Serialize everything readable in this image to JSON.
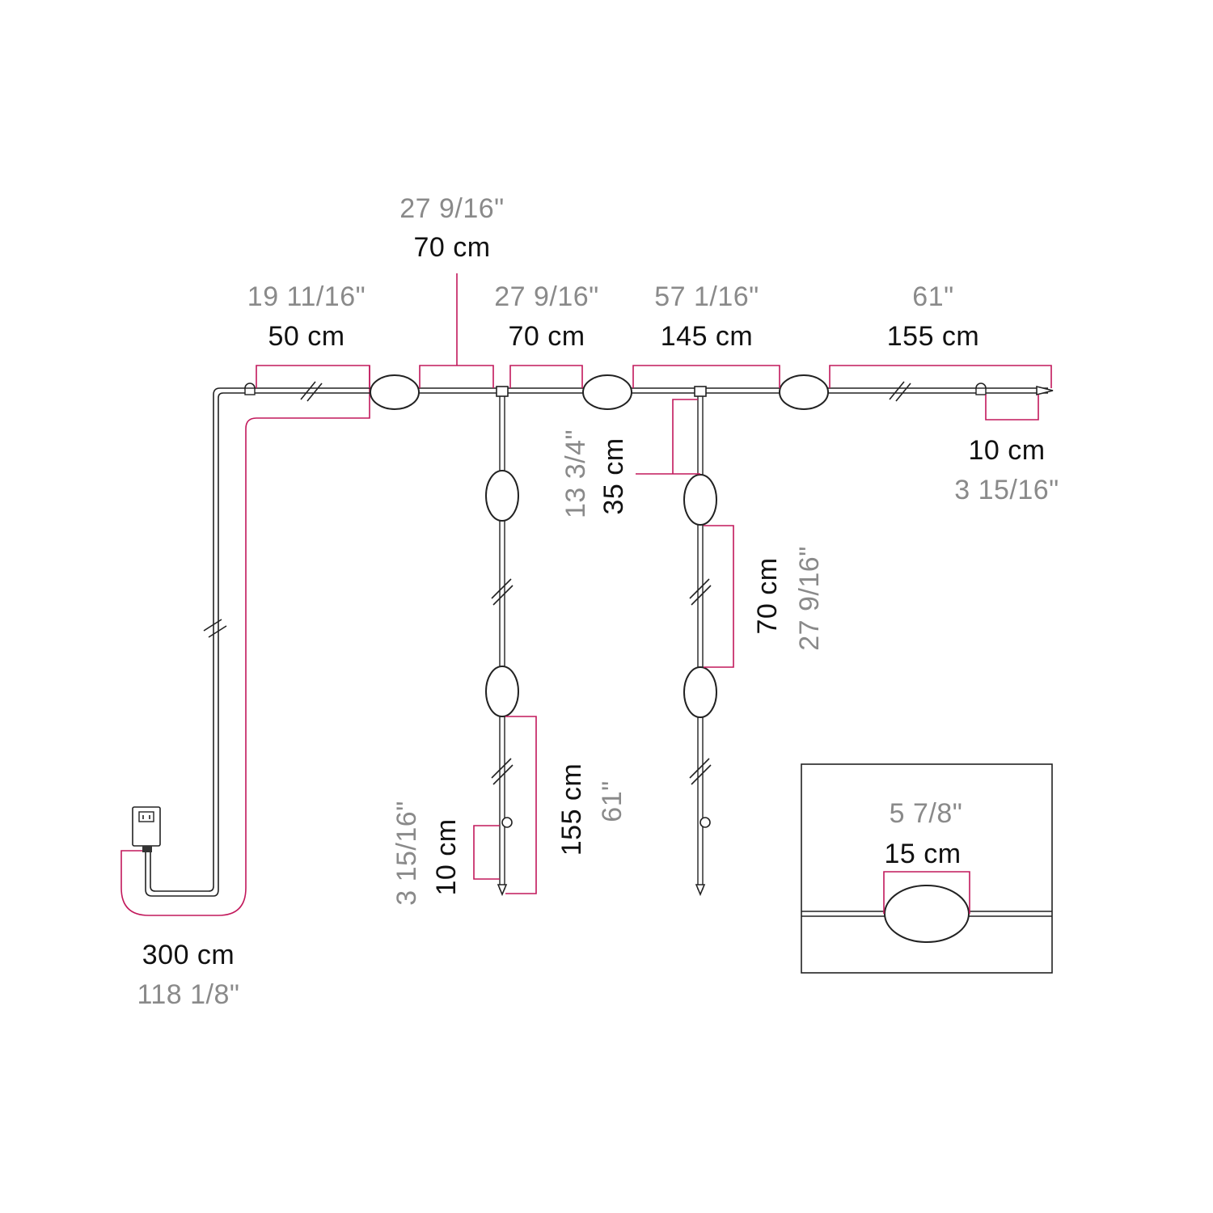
{
  "colors": {
    "dimension_line": "#c2185b",
    "cable": "#222222",
    "metric_text": "#111111",
    "imperial_text": "#8a8a8a"
  },
  "dimensions": {
    "top_segment_1": {
      "metric": "50 cm",
      "imperial": "19 11/16\""
    },
    "top_segment_2": {
      "metric": "70 cm",
      "imperial": "27 9/16\""
    },
    "top_segment_3": {
      "metric": "70 cm",
      "imperial": "27 9/16\""
    },
    "top_segment_4": {
      "metric": "145 cm",
      "imperial": "57 1/16\""
    },
    "top_segment_5": {
      "metric": "155 cm",
      "imperial": "61\""
    },
    "top_end_cap": {
      "metric": "10 cm",
      "imperial": "3 15/16\""
    },
    "branch_offset": {
      "metric": "35 cm",
      "imperial": "13 3/4\""
    },
    "right_drop_spacing": {
      "metric": "70 cm",
      "imperial": "27 9/16\""
    },
    "left_drop_length": {
      "metric": "155 cm",
      "imperial": "61\""
    },
    "left_drop_end_cap": {
      "metric": "10 cm",
      "imperial": "3 15/16\""
    },
    "power_cable": {
      "metric": "300 cm",
      "imperial": "118 1/8\""
    },
    "bulb_detail": {
      "metric": "15 cm",
      "imperial": "5 7/8\""
    }
  }
}
